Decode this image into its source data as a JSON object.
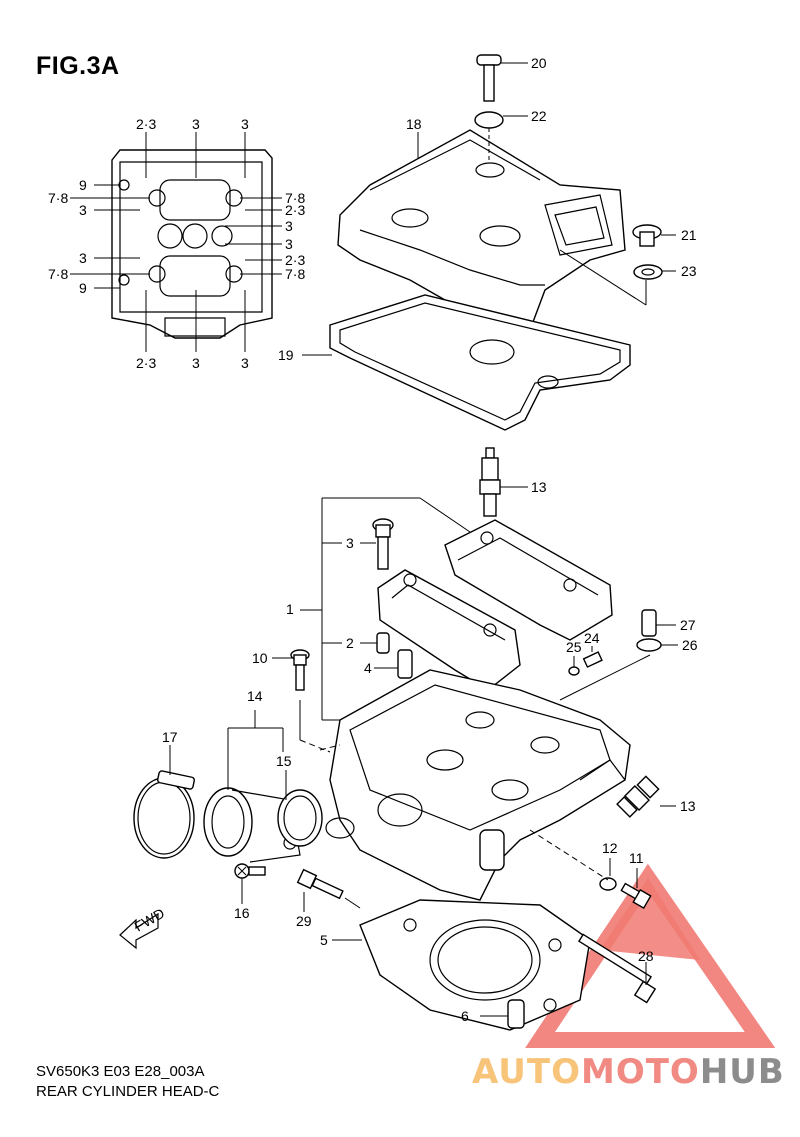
{
  "figure": {
    "title": "FIG.3A",
    "code": "SV650K3 E03 E28_003A",
    "caption": "REAR CYLINDER HEAD-C"
  },
  "watermark": {
    "part1": "AUTO",
    "part2": "MOTO",
    "part3": "HUB",
    "colors": {
      "triangle": "#f07a72",
      "auto": "#f7c47a",
      "moto": "#f08a82",
      "hub": "#8c8c8c"
    }
  },
  "inset_labels": {
    "top1": "2·3",
    "top2": "3",
    "top3": "3",
    "l1": "9",
    "l2": "7·8",
    "l3": "3",
    "l4": "3",
    "l5": "7·8",
    "l6": "9",
    "r1": "7·8",
    "r2": "2·3",
    "r3": "3",
    "r4": "3",
    "r5": "2·3",
    "r6": "7·8",
    "bot1": "2·3",
    "bot2": "3",
    "bot3": "3"
  },
  "callouts": {
    "c20": "20",
    "c22": "22",
    "c18": "18",
    "c21": "21",
    "c23": "23",
    "c19": "19",
    "c13a": "13",
    "c3": "3",
    "c1": "1",
    "c2": "2",
    "c4": "4",
    "c10": "10",
    "c27": "27",
    "c26": "26",
    "c24": "24",
    "c25": "25",
    "c14": "14",
    "c17": "17",
    "c15": "15",
    "c13b": "13",
    "c12": "12",
    "c11": "11",
    "c16": "16",
    "c29": "29",
    "c5": "5",
    "c28": "28",
    "c6": "6"
  },
  "fwd_label": "FWD"
}
